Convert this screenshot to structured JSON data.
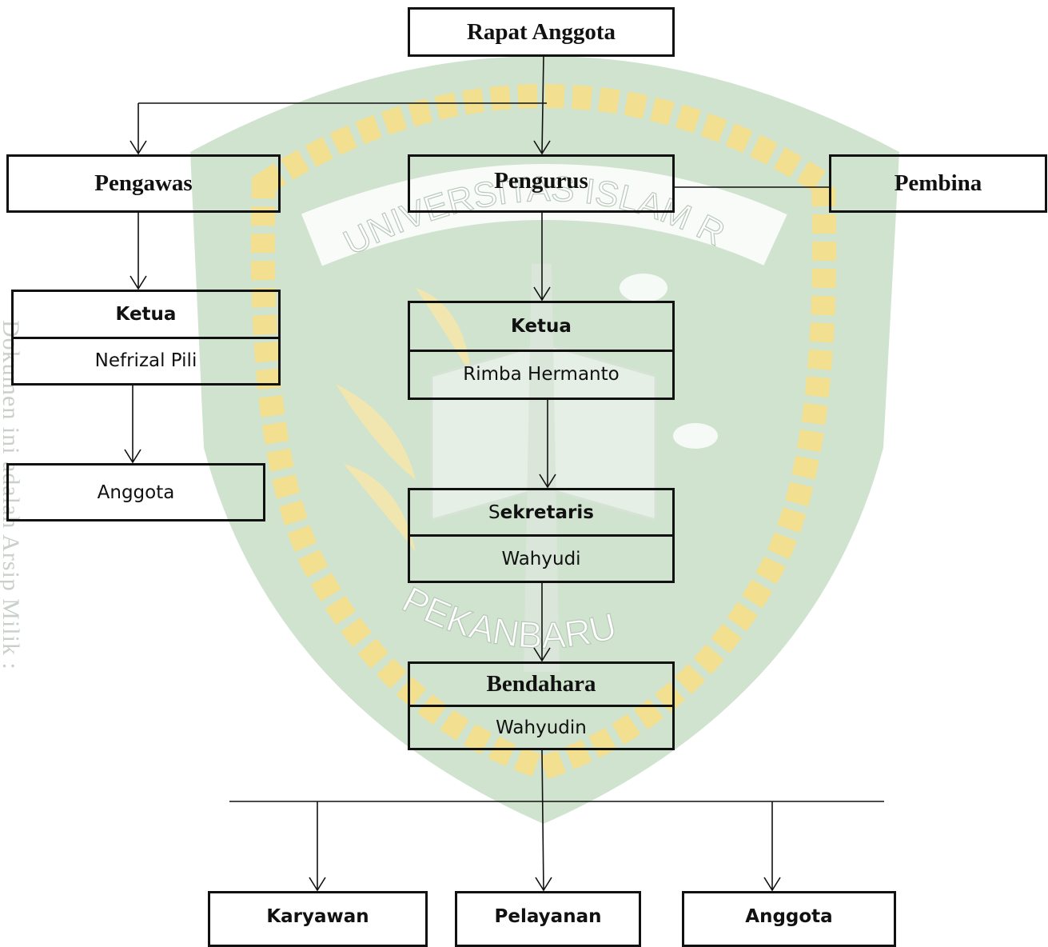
{
  "watermark": {
    "arc_top": "UNIVERSITAS ISLAM RIAU",
    "arc_bottom": "PEKANBARU",
    "side_text": "Dokumen ini adalah Arsip Milik :",
    "colors": {
      "shield": "#cfe3cf",
      "rope": "#f7e7a8",
      "rope_dark": "#e9d27a",
      "leaf": "#f2e6b0"
    }
  },
  "diagram": {
    "rapat": "Rapat Anggota",
    "pengawas": "Pengawas",
    "pengurus": "Pengurus",
    "pembina": "Pembina",
    "pengawas_ketua": {
      "title": "Ketua",
      "name": "Nefrizal Pili"
    },
    "pengawas_anggota": "Anggota",
    "ketua": {
      "title": "Ketua",
      "name": "Rimba Hermanto"
    },
    "sekretaris": {
      "title_prefix": "S",
      "title_rest": "ekretaris",
      "name": "Wahyudi"
    },
    "bendahara": {
      "title": "Bendahara",
      "name": "Wahyudin"
    },
    "karyawan": "Karyawan",
    "pelayanan": "Pelayanan",
    "anggota": "Anggota",
    "colors": {
      "line": "#111111"
    }
  }
}
